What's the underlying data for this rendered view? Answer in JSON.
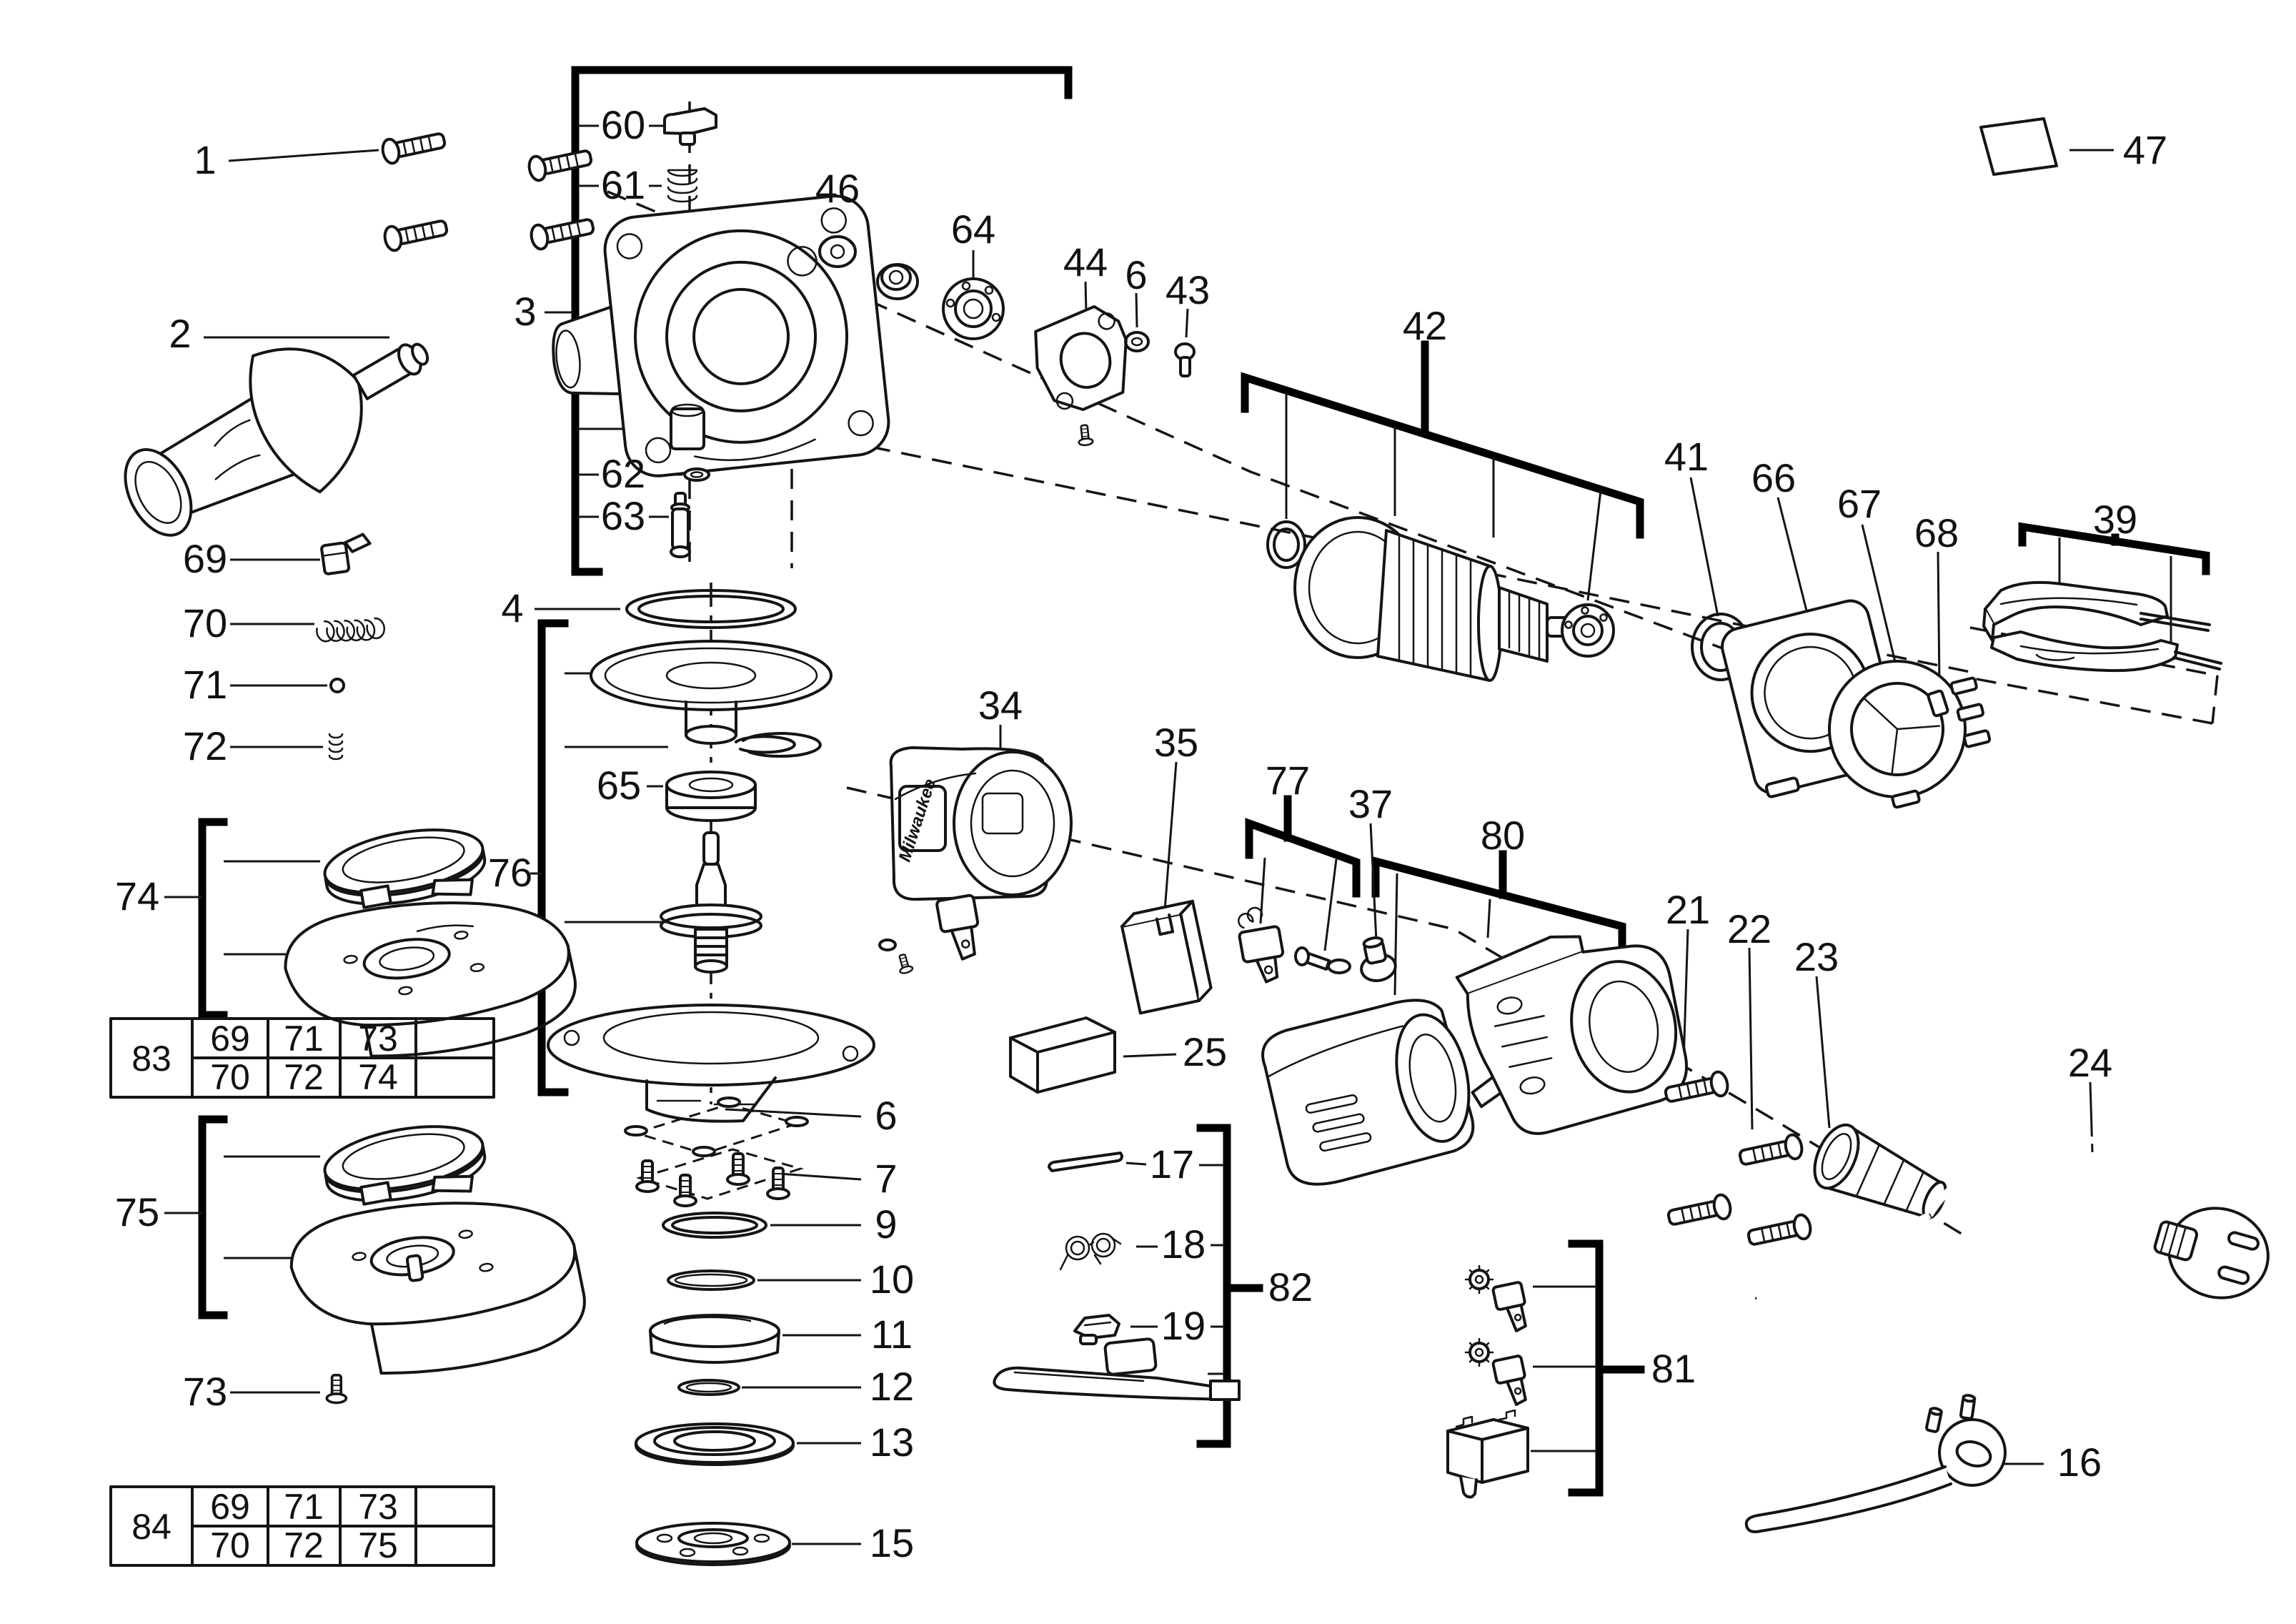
{
  "brand": "Milwaukee",
  "callouts": {
    "p1": "1",
    "p2": "2",
    "p3": "3",
    "p4": "4",
    "p6a": "6",
    "p6b": "6",
    "p7": "7",
    "p9": "9",
    "p10": "10",
    "p11": "11",
    "p12": "12",
    "p13": "13",
    "p15": "15",
    "p16": "16",
    "p17": "17",
    "p18": "18",
    "p19": "19",
    "p21": "21",
    "p22": "22",
    "p23": "23",
    "p24": "24",
    "p25": "25",
    "p34": "34",
    "p35": "35",
    "p37": "37",
    "p39": "39",
    "p41": "41",
    "p42": "42",
    "p43": "43",
    "p44": "44",
    "p46": "46",
    "p47": "47",
    "p60": "60",
    "p61": "61",
    "p62": "62",
    "p63": "63",
    "p64": "64",
    "p65": "65",
    "p66": "66",
    "p67": "67",
    "p68": "68",
    "p69": "69",
    "p70": "70",
    "p71": "71",
    "p72": "72",
    "p73": "73",
    "p74": "74",
    "p75": "75",
    "p76": "76",
    "p77": "77",
    "p80": "80",
    "p81": "81",
    "p82": "82"
  },
  "tables": {
    "t83": {
      "label": "83",
      "rows": [
        [
          "69",
          "71",
          "73",
          ""
        ],
        [
          "70",
          "72",
          "74",
          ""
        ]
      ]
    },
    "t84": {
      "label": "84",
      "rows": [
        [
          "69",
          "71",
          "73",
          ""
        ],
        [
          "70",
          "72",
          "75",
          ""
        ]
      ]
    }
  }
}
